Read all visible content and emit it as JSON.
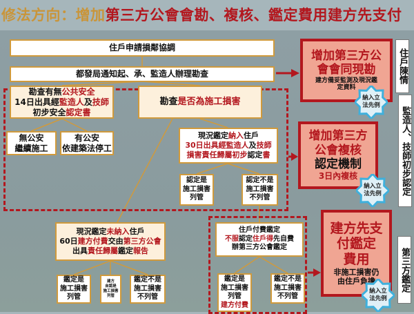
{
  "title": [
    {
      "t": "修法方向：增加",
      "c": "gold"
    },
    {
      "t": "第三方公會會勘、複核、鑑定費用建方先支付",
      "c": "red"
    }
  ],
  "boxes": {
    "apply": {
      "size": 12,
      "lines": [
        [
          {
            "t": "住戶申請損鄰協調",
            "c": "dark"
          }
        ]
      ]
    },
    "notify": {
      "size": 12,
      "lines": [
        [
          {
            "t": "都發局通知起、承、監造人辦理勘查",
            "c": "dark"
          }
        ]
      ]
    },
    "safety": {
      "size": 12,
      "lines": [
        [
          {
            "t": "勘查有無",
            "c": "dark"
          },
          {
            "t": "公共安全",
            "c": "red"
          }
        ],
        [
          {
            "t": "14日出具經",
            "c": "dark"
          },
          {
            "t": "監造人",
            "c": "red"
          },
          {
            "t": "及",
            "c": "dark"
          },
          {
            "t": "技師",
            "c": "red"
          }
        ],
        [
          {
            "t": "初步安全",
            "c": "dark"
          },
          {
            "t": "認定書",
            "c": "red"
          }
        ]
      ]
    },
    "damage": {
      "size": 13,
      "lines": [
        [
          {
            "t": "勘查",
            "c": "dark"
          },
          {
            "t": "是否為施工損害",
            "c": "red"
          }
        ]
      ]
    },
    "no_safety": {
      "size": 12,
      "lines": [
        [
          {
            "t": "無公安",
            "c": "dark"
          }
        ],
        [
          {
            "t": "繼續施工",
            "c": "dark"
          }
        ]
      ]
    },
    "has_safety": {
      "size": 12,
      "lines": [
        [
          {
            "t": "有公安",
            "c": "dark"
          }
        ],
        [
          {
            "t": "依建築法停工",
            "c": "dark"
          }
        ]
      ]
    },
    "included": {
      "size": 11,
      "lines": [
        [
          {
            "t": "現況鑑定",
            "c": "dark"
          },
          {
            "t": "納入",
            "c": "red"
          },
          {
            "t": "住戶",
            "c": "dark"
          }
        ],
        [
          {
            "t": "30日出具經",
            "c": "red"
          },
          {
            "t": "監造人",
            "c": "red"
          },
          {
            "t": "及",
            "c": "dark"
          },
          {
            "t": "技師",
            "c": "red"
          }
        ],
        [
          {
            "t": "損害責任歸屬初步",
            "c": "red"
          },
          {
            "t": "認定",
            "c": "dark"
          },
          {
            "t": "書",
            "c": "red"
          }
        ]
      ]
    },
    "is_damage_1": {
      "size": 10,
      "lines": [
        [
          {
            "t": "認定是",
            "c": "dark"
          }
        ],
        [
          {
            "t": "施工損害",
            "c": "dark"
          }
        ],
        [
          {
            "t": "列管",
            "c": "dark"
          }
        ]
      ]
    },
    "not_damage_1": {
      "size": 10,
      "lines": [
        [
          {
            "t": "認定不是",
            "c": "dark"
          }
        ],
        [
          {
            "t": "施工損害",
            "c": "dark"
          }
        ],
        [
          {
            "t": "不列管",
            "c": "dark"
          }
        ]
      ]
    },
    "excluded": {
      "size": 11,
      "lines": [
        [
          {
            "t": "現況鑑定",
            "c": "dark"
          },
          {
            "t": "未納入",
            "c": "red"
          },
          {
            "t": "住戶",
            "c": "dark"
          }
        ],
        [
          {
            "t": "60日",
            "c": "dark"
          },
          {
            "t": "建方付費",
            "c": "red"
          },
          {
            "t": "交由",
            "c": "dark"
          },
          {
            "t": "第三方公會",
            "c": "red"
          }
        ],
        [
          {
            "t": "出具",
            "c": "dark"
          },
          {
            "t": "責任歸屬",
            "c": "red"
          },
          {
            "t": "鑑定",
            "c": "dark"
          },
          {
            "t": "報告",
            "c": "red"
          }
        ]
      ]
    },
    "is_damage_2": {
      "size": 10,
      "lines": [
        [
          {
            "t": "鑑定是",
            "c": "dark"
          }
        ],
        [
          {
            "t": "施工損害",
            "c": "dark"
          }
        ],
        [
          {
            "t": "列管",
            "c": "dark"
          }
        ]
      ]
    },
    "builder_admit": {
      "size": 5.5,
      "lines": [
        [
          {
            "t": "建方",
            "c": "dark"
          }
        ],
        [
          {
            "t": "自認是",
            "c": "dark"
          }
        ],
        [
          {
            "t": "施工損害",
            "c": "dark"
          }
        ],
        [
          {
            "t": "列管",
            "c": "dark"
          }
        ]
      ]
    },
    "not_damage_2": {
      "size": 10,
      "lines": [
        [
          {
            "t": "鑑定不是",
            "c": "dark"
          }
        ],
        [
          {
            "t": "施工損害",
            "c": "dark"
          }
        ],
        [
          {
            "t": "不列管",
            "c": "dark"
          }
        ]
      ]
    },
    "resident_pay": {
      "size": 10,
      "lines": [
        [
          {
            "t": "住戶付費鑑定",
            "c": "dark"
          }
        ],
        [
          {
            "t": "不服",
            "c": "red"
          },
          {
            "t": "認定",
            "c": "dark"
          },
          {
            "t": "住戶得",
            "c": "red"
          },
          {
            "t": "先自費",
            "c": "dark"
          }
        ],
        [
          {
            "t": "辦第三方公會鑑定",
            "c": "dark"
          }
        ]
      ]
    },
    "is_damage_3": {
      "size": 10,
      "lines": [
        [
          {
            "t": "鑑定是",
            "c": "dark"
          }
        ],
        [
          {
            "t": "施工損害",
            "c": "dark"
          }
        ],
        [
          {
            "t": "列管",
            "c": "dark"
          }
        ],
        [
          {
            "t": "建方付費",
            "c": "red"
          }
        ]
      ]
    },
    "not_damage_3": {
      "size": 10,
      "lines": [
        [
          {
            "t": "鑑定不是",
            "c": "dark"
          }
        ],
        [
          {
            "t": "施工損害",
            "c": "dark"
          }
        ],
        [
          {
            "t": "不列管",
            "c": "dark"
          }
        ]
      ]
    }
  },
  "red_boxes": {
    "joint_survey": {
      "lines": [
        {
          "t": "增加第三方公",
          "c": "red",
          "s": 17
        },
        {
          "t": "會會同現勘",
          "c": "red",
          "s": 17
        },
        {
          "t": "建方備妥監測及現況鑑",
          "c": "dark",
          "s": 9
        },
        {
          "t": "定資料",
          "c": "dark",
          "s": 9
        }
      ]
    },
    "review": {
      "lines": [
        {
          "t": "增加第三方",
          "c": "red",
          "s": 17
        },
        {
          "t": "公會複核",
          "c": "red",
          "s": 17
        },
        {
          "t": "認定機制",
          "c": "dark",
          "s": 17
        },
        {
          "t": "3日內複核",
          "c": "red",
          "s": 12
        }
      ]
    },
    "prepay": {
      "lines": [
        {
          "t": "建方先支",
          "c": "red",
          "s": 19
        },
        {
          "t": "付鑑定",
          "c": "red",
          "s": 19
        },
        {
          "t": "費用",
          "c": "red",
          "s": 19
        },
        {
          "t": "非施工損害仍",
          "c": "dark",
          "s": 11
        },
        {
          "t": "由住戶負擔",
          "c": "dark",
          "s": 11
        }
      ]
    }
  },
  "side_labels": {
    "petition": "住戶陳情",
    "supervisor": "監造人、技師初步認定",
    "third_party": "第三方鑑定"
  },
  "badge_text": [
    "納入立",
    "法先例"
  ],
  "colors": {
    "red": "#b3171e",
    "gold": "#c9953a",
    "line": "#d09a3c",
    "badge": "#3fb0dc"
  }
}
